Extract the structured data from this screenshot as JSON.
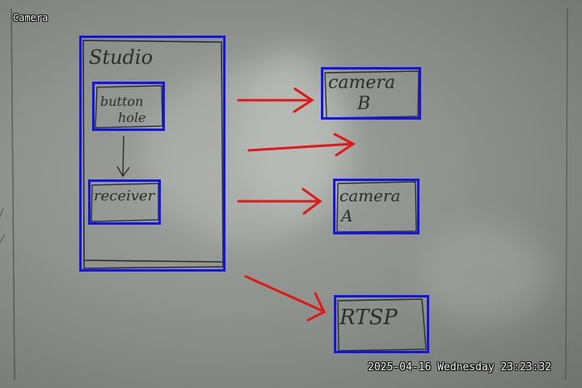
{
  "overlay": {
    "camera_name": "Camera",
    "timestamp": "2025-04-16 Wednesday 23:23:32"
  },
  "whiteboard": {
    "studio": "Studio",
    "button_hole_line1": "button",
    "button_hole_line2": "hole",
    "receiver": "receiver",
    "camera_b_line1": "camera",
    "camera_b_line2": "B",
    "camera_a_line1": "camera",
    "camera_a_line2": "A",
    "rtsp": "RTSP"
  },
  "colors": {
    "detection_box": "#1414e6",
    "arrow": "#e01818",
    "ink": "#2b2d2b"
  }
}
